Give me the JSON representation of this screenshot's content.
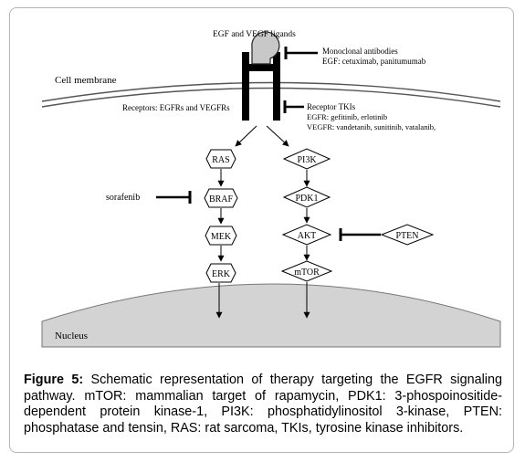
{
  "diagram": {
    "ligands_label": "EGF and VEGF ligands",
    "antibodies_label": "Monoclonal antibodies",
    "antibodies_examples": "EGF: cetuximab, panitumumab",
    "membrane_label": "Cell membrane",
    "receptors_label": "Receptors: EGFRs and VEGFRs",
    "tki_label": "Receptor TKIs",
    "tki_egfr": "EGFR: gefitinib, erlotinib",
    "tki_vegfr": "VEGFR: vandetanib, sunitinib, vatalanib,",
    "left_nodes": [
      "RAS",
      "BRAF",
      "MEK",
      "ERK"
    ],
    "right_nodes": [
      "PI3K",
      "PDK1",
      "AKT",
      "mTOR"
    ],
    "sorafenib_label": "sorafenib",
    "pten_label": "PTEN",
    "nucleus_label": "Nucleus",
    "colors": {
      "ligand_fill": "#c8c8c8",
      "nucleus_fill": "#d3d3d3",
      "ink": "#000000"
    }
  },
  "caption": {
    "label": "Figure 5:",
    "text": " Schematic representation of therapy targeting the EGFR signaling pathway. mTOR: mammalian target of rapamycin, PDK1: 3-phospoinositide-dependent protein kinase-1, PI3K: phosphatidylinositol 3-kinase, PTEN: phosphatase and tensin, RAS: rat sarcoma, TKIs, tyrosine kinase inhibitors."
  }
}
